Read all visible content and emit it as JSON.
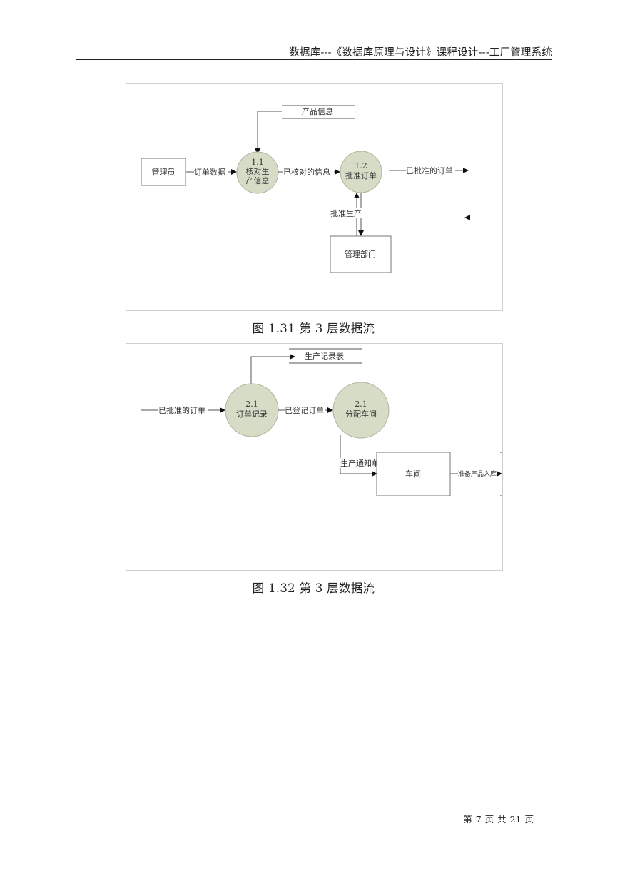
{
  "header": {
    "title": "数据库---《数据库原理与设计》课程设计---工厂管理系统"
  },
  "figure1": {
    "caption": "图 1.31  第 3 层数据流",
    "data_store": "产品信息",
    "entity_admin": "管理员",
    "process_1": {
      "number": "1.1",
      "name_line1": "核对生",
      "name_line2": "产信息"
    },
    "process_2": {
      "number": "1.2",
      "name": "批准订单"
    },
    "entity_dept": "管理部门",
    "flow_order_data": "订单数据",
    "flow_checked_info": "已核对的信息",
    "flow_approved_order": "已批准的订单",
    "flow_approve_production": "批准生产"
  },
  "figure2": {
    "caption": "图 1.32  第 3 层数据流",
    "data_store": "生产记录表",
    "flow_approved_order": "已批准的订单",
    "process_1": {
      "number": "2.1",
      "name": "订单记录"
    },
    "flow_registered_order": "已登记订单",
    "process_2": {
      "number": "2.1",
      "name": "分配车间"
    },
    "flow_notice": "生产通知单",
    "entity_workshop": "车间",
    "flow_stock_in": "准备产品入库"
  },
  "footer": {
    "page_text": "第 7 页 共 21 页"
  }
}
